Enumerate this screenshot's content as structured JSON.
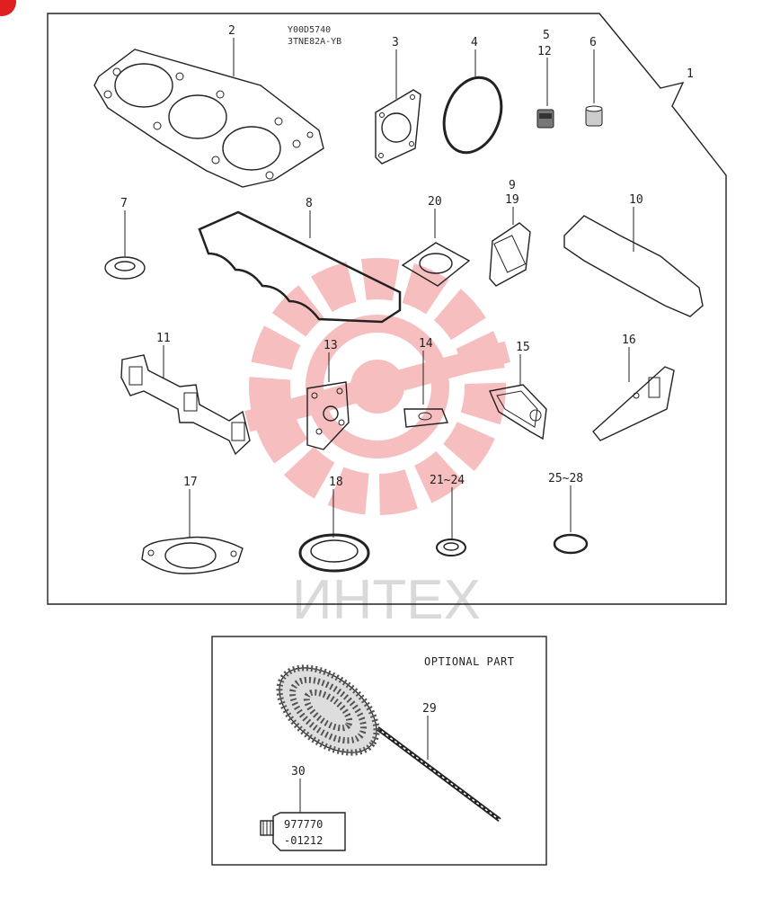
{
  "diagram": {
    "header_code": "Y00D5740",
    "header_model": "3TNE82A-YB",
    "watermark_text": "ИНТЕХ",
    "watermark_color": "#f5b3b3",
    "labels": {
      "p1": "1",
      "p2": "2",
      "p3": "3",
      "p4": "4",
      "p5": "5",
      "p12": "12",
      "p6": "6",
      "p7": "7",
      "p8": "8",
      "p20": "20",
      "p9": "9",
      "p19": "19",
      "p10": "10",
      "p11": "11",
      "p13": "13",
      "p14": "14",
      "p15": "15",
      "p16": "16",
      "p17": "17",
      "p18": "18",
      "p21_24": "21~24",
      "p25_28": "25~28",
      "p29": "29",
      "p30": "30"
    },
    "optional": {
      "title": "OPTIONAL PART",
      "tube_line1": "977770",
      "tube_line2": "-01212"
    }
  }
}
